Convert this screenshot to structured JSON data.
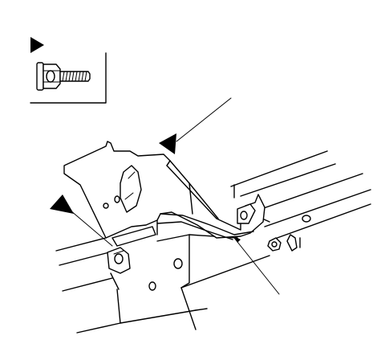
{
  "figure": {
    "legend_box": {
      "marker": "triangle-marker",
      "part": "flange-bolt-icon"
    },
    "callouts": [
      {
        "marker": "triangle-marker",
        "target": "bracket-upper-bolt"
      },
      {
        "marker": "triangle-marker",
        "target": "bracket-lower-bolt"
      }
    ],
    "colors": {
      "ink": "#000000",
      "paper": "#ffffff"
    }
  }
}
